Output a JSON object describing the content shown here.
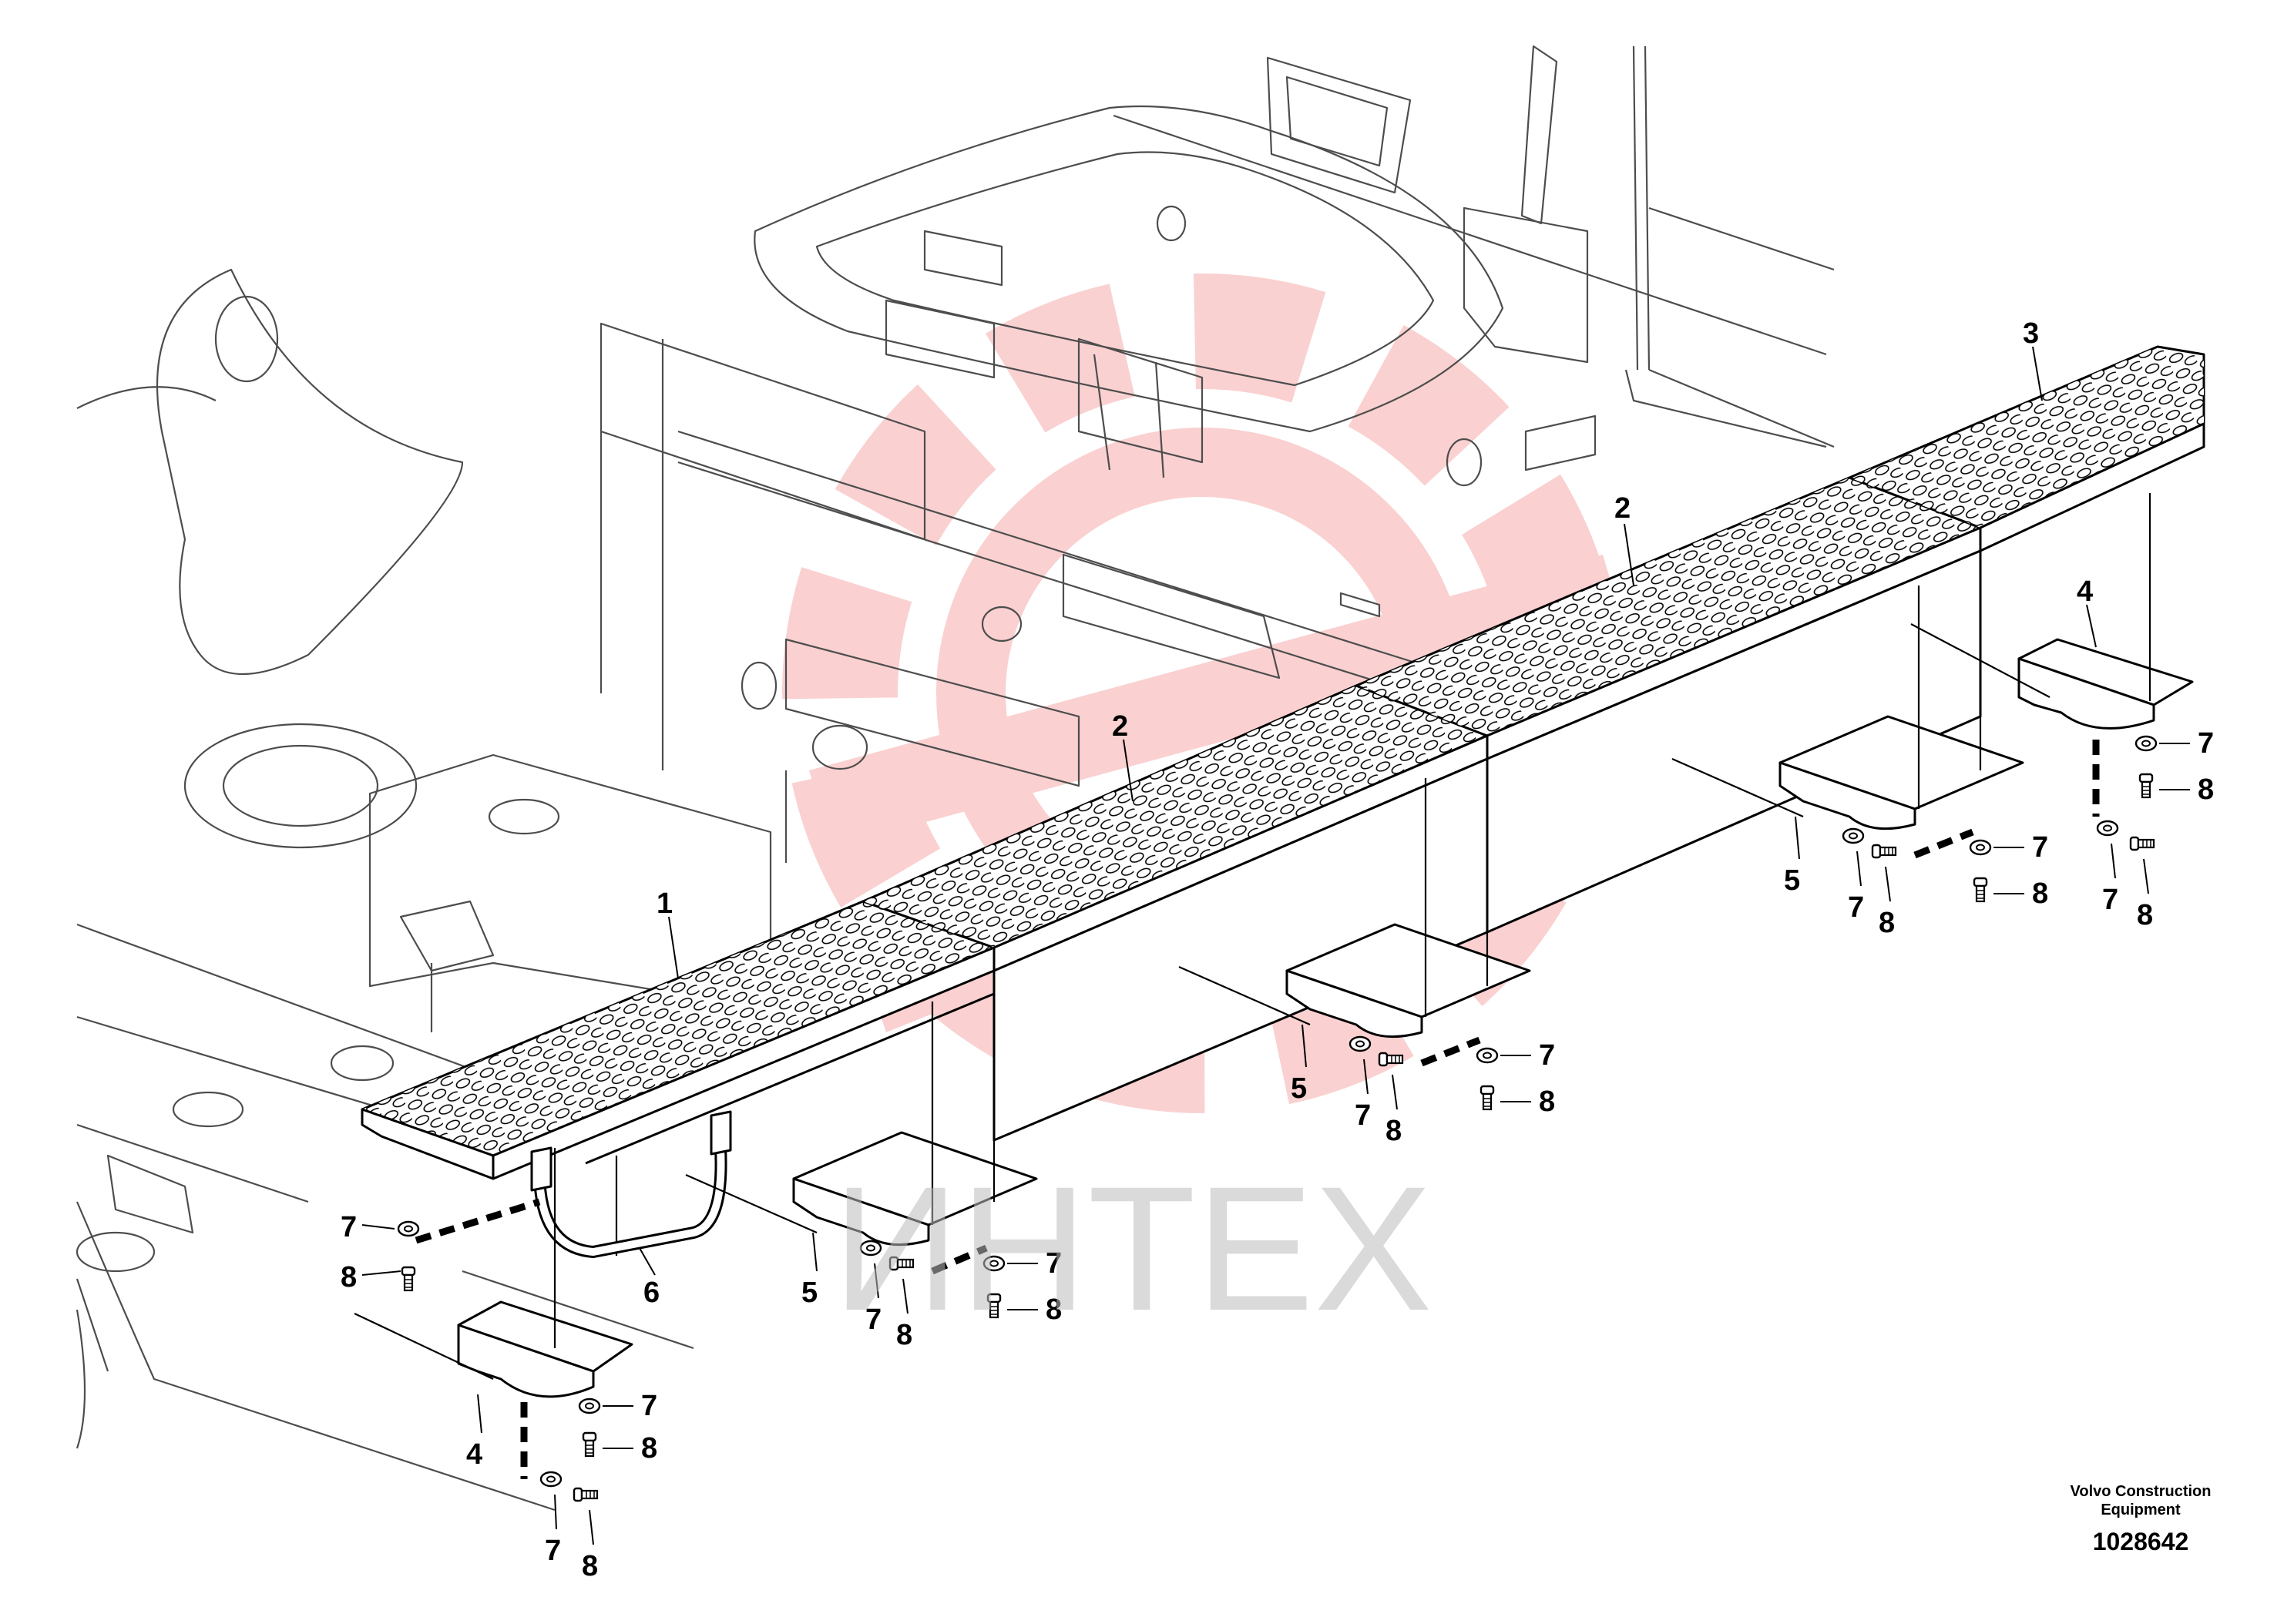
{
  "diagram": {
    "callouts": {
      "step_front": "1",
      "step_middle_a": "2",
      "step_middle_b": "2",
      "step_rear": "3",
      "bracket_rear": "4",
      "bracket_front": "4",
      "bracket_mid_1": "5",
      "bracket_mid_2": "5",
      "bracket_mid_3": "5",
      "handle": "6",
      "washer": "7",
      "screw": "8"
    }
  },
  "credit": {
    "line1": "Volvo Construction",
    "line2": "Equipment",
    "drawing_number": "1028642"
  },
  "watermark": {
    "text": "ИНТЕХ",
    "color": "#e85050"
  },
  "colors": {
    "line": "#000000",
    "background_line": "#4d4d4d",
    "watermark_logo": "#f07070",
    "watermark_text": "#bdbdbd"
  }
}
